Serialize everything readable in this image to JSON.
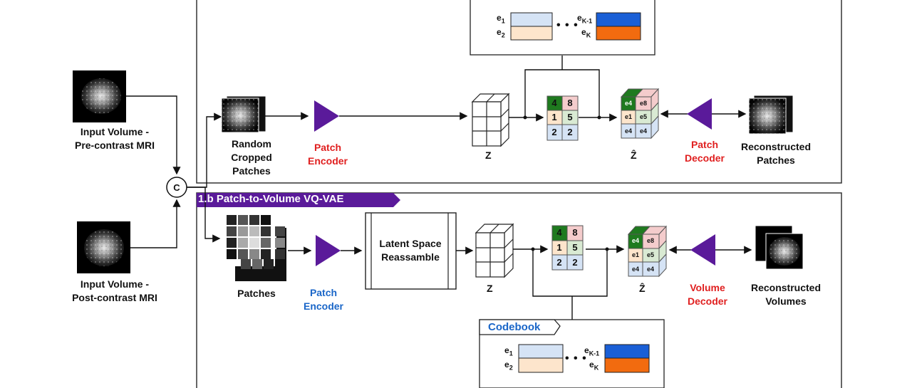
{
  "inputs": {
    "pre_contrast": "Input Volume -\nPre-contrast MRI",
    "post_contrast": "Input Volume -\nPost-contrast MRI",
    "concat_symbol": "C"
  },
  "top_branch": {
    "random_cropped": "Random\nCropped\nPatches",
    "patch_encoder": "Patch\nEncoder",
    "z": "Z",
    "z_hat": "Ẑ",
    "patch_decoder": "Patch\nDecoder",
    "reconstructed_patches": "Reconstructed\nPatches"
  },
  "bottom_branch": {
    "title": "1.b Patch-to-Volume VQ-VAE",
    "patches": "Patches",
    "patch_encoder": "Patch\nEncoder",
    "latent_space": "Latent Space\nReassamble",
    "z": "Z",
    "z_hat": "Ẑ",
    "volume_decoder": "Volume\nDecoder",
    "reconstructed_volumes": "Reconstructed\nVolumes"
  },
  "codebook": {
    "title": "Codebook",
    "e1": "e",
    "e1_sub": "1",
    "e2": "e",
    "e2_sub": "2",
    "ek1": "e",
    "ek1_sub": "K-1",
    "ek": "e",
    "ek_sub": "K",
    "dots": "• • •"
  },
  "index_grid": {
    "rows": [
      [
        "4",
        "8"
      ],
      [
        "1",
        "5"
      ],
      [
        "2",
        "2"
      ]
    ]
  },
  "quant_cube": {
    "rows": [
      [
        "e4",
        "e8"
      ],
      [
        "e1",
        "e5"
      ],
      [
        "e4",
        "e4"
      ]
    ]
  },
  "colors": {
    "purple": "#5a1a9a",
    "banner": "#5a1a9a",
    "green_dark": "#1f7a1f",
    "pink": "#f4cccc",
    "peach": "#fde5cc",
    "mint": "#d9ead3",
    "lightblue": "#d5e3f5",
    "codeblue": "#1a5fd6",
    "codeorange": "#f26b0f",
    "red_text": "#e02020",
    "blue_text": "#1a66c8"
  }
}
